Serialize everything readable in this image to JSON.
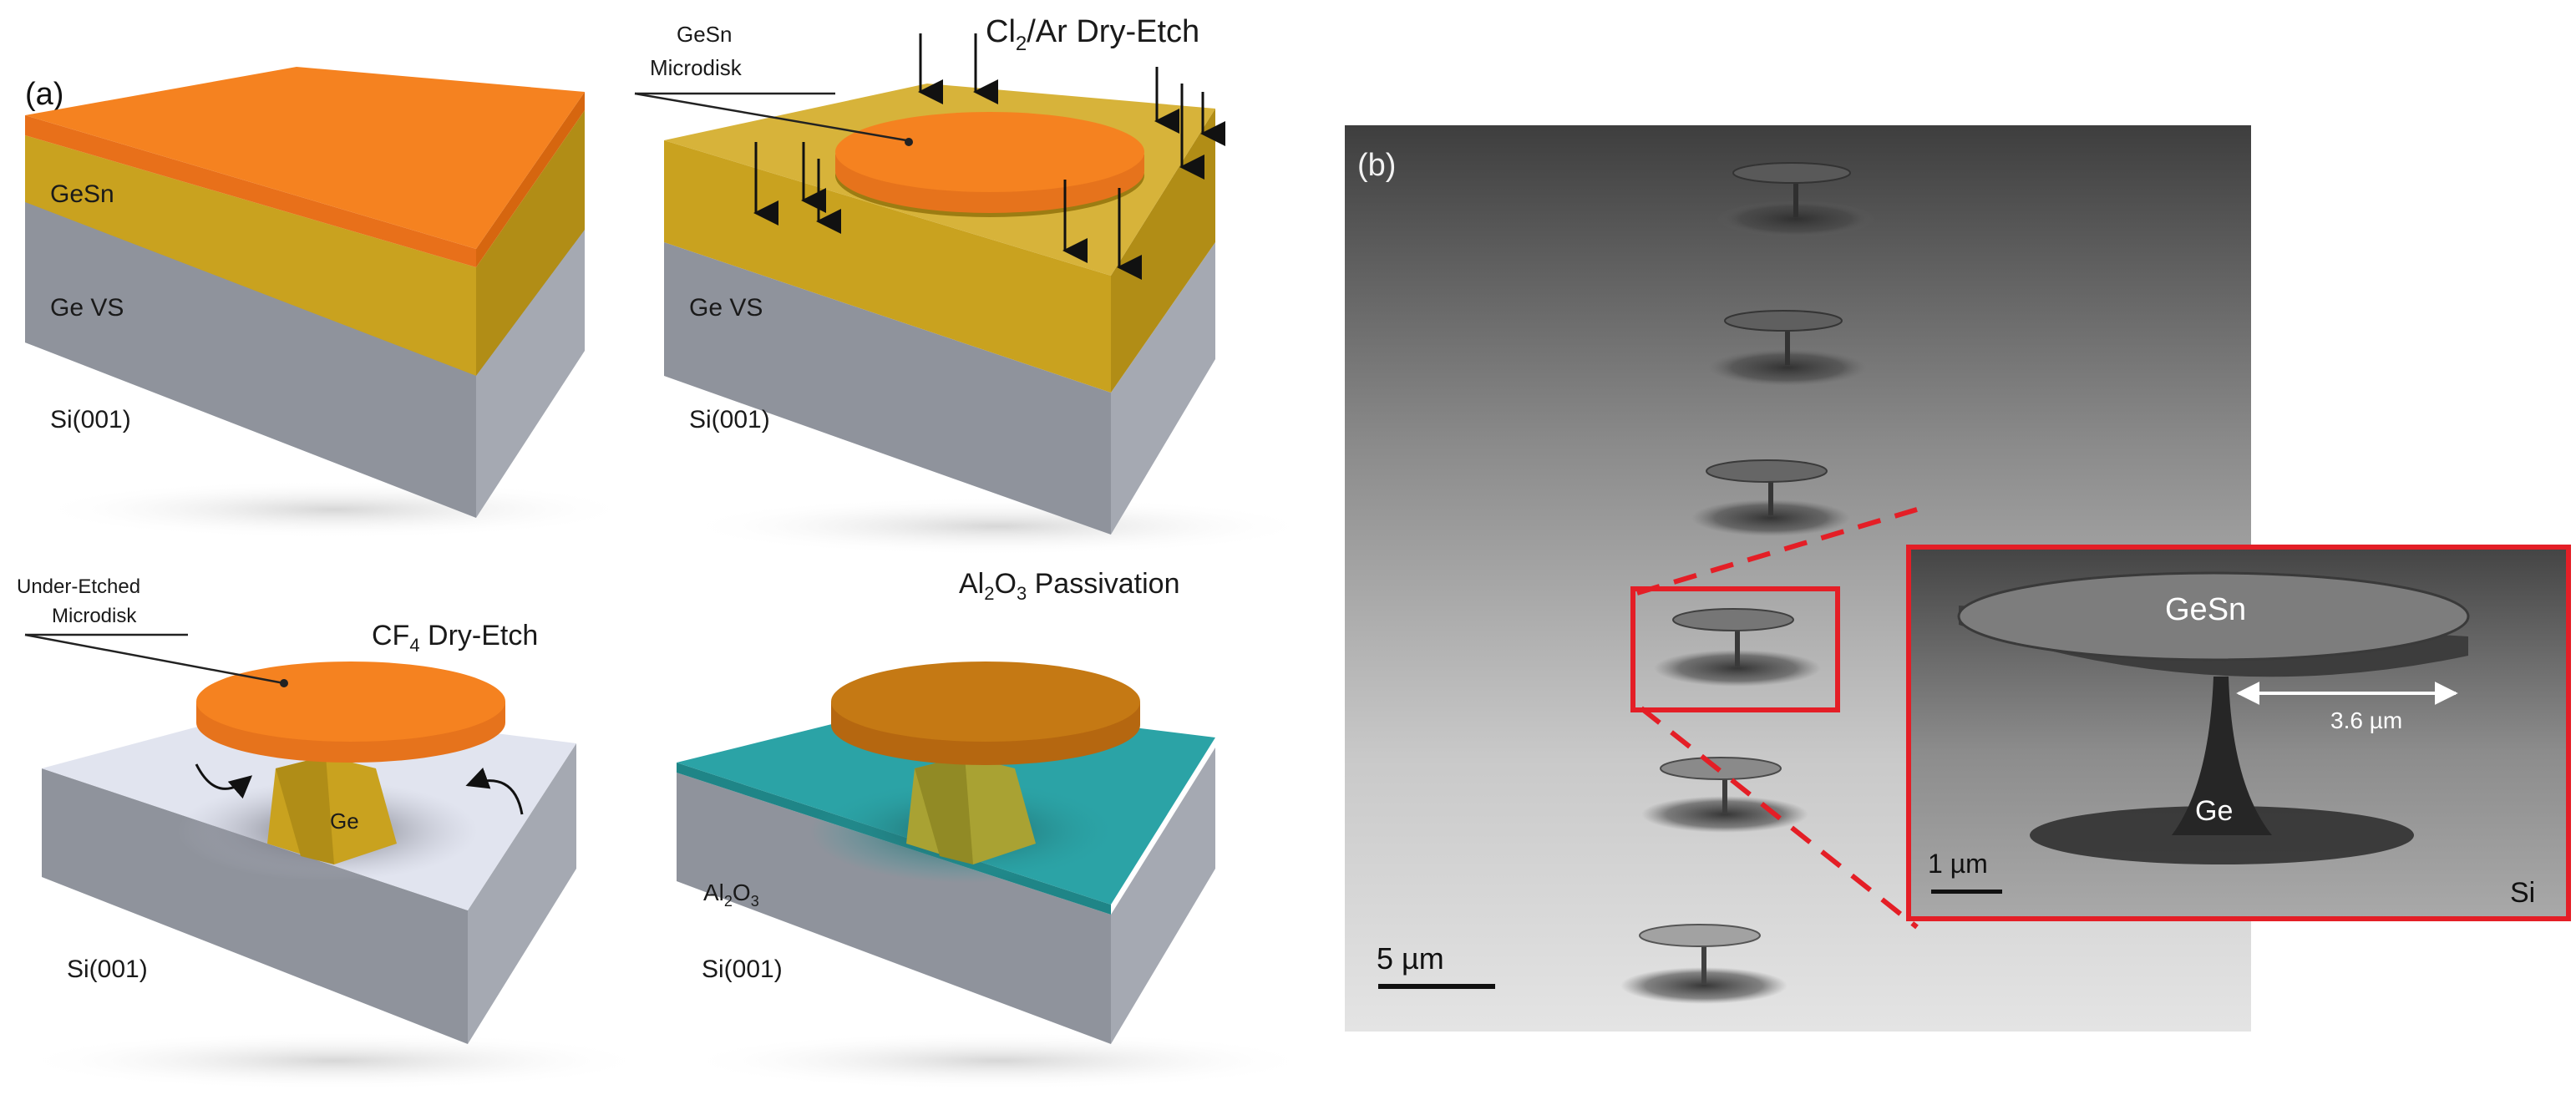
{
  "panel_a": {
    "label": "(a)",
    "step1": {
      "top_layer": "GeSn",
      "middle_layer": "Ge VS",
      "substrate": "Si(001)"
    },
    "step2": {
      "callout": [
        "GeSn",
        "Microdisk"
      ],
      "process_prefix": "Cl",
      "process_sub": "2",
      "process_suffix": "/Ar Dry-Etch",
      "middle_layer": "Ge VS",
      "substrate": "Si(001)"
    },
    "step3": {
      "callout": [
        "Under-Etched",
        "Microdisk"
      ],
      "process_prefix": "CF",
      "process_sub": "4",
      "process_suffix": " Dry-Etch",
      "pillar": "Ge",
      "substrate": "Si(001)"
    },
    "step4": {
      "process_prefix": "Al",
      "process_sub1": "2",
      "process_mid": "O",
      "process_sub2": "3",
      "process_suffix": " Passivation",
      "coating_prefix": "Al",
      "coating_sub1": "2",
      "coating_mid": "O",
      "coating_sub2": "3",
      "substrate": "Si(001)"
    }
  },
  "panel_b": {
    "label": "(b)",
    "scale_bar": "5 µm",
    "inset": {
      "disk_label": "GeSn",
      "pillar_label": "Ge",
      "substrate_label": "Si",
      "dimension": "3.6 µm",
      "scale_bar": "1 µm"
    }
  },
  "colors": {
    "gesn": "#f58220",
    "ge_vs": "#c9a21f",
    "si": "#8f939c",
    "al2o3": "#2ba3a6",
    "highlight": "#e41e26"
  }
}
